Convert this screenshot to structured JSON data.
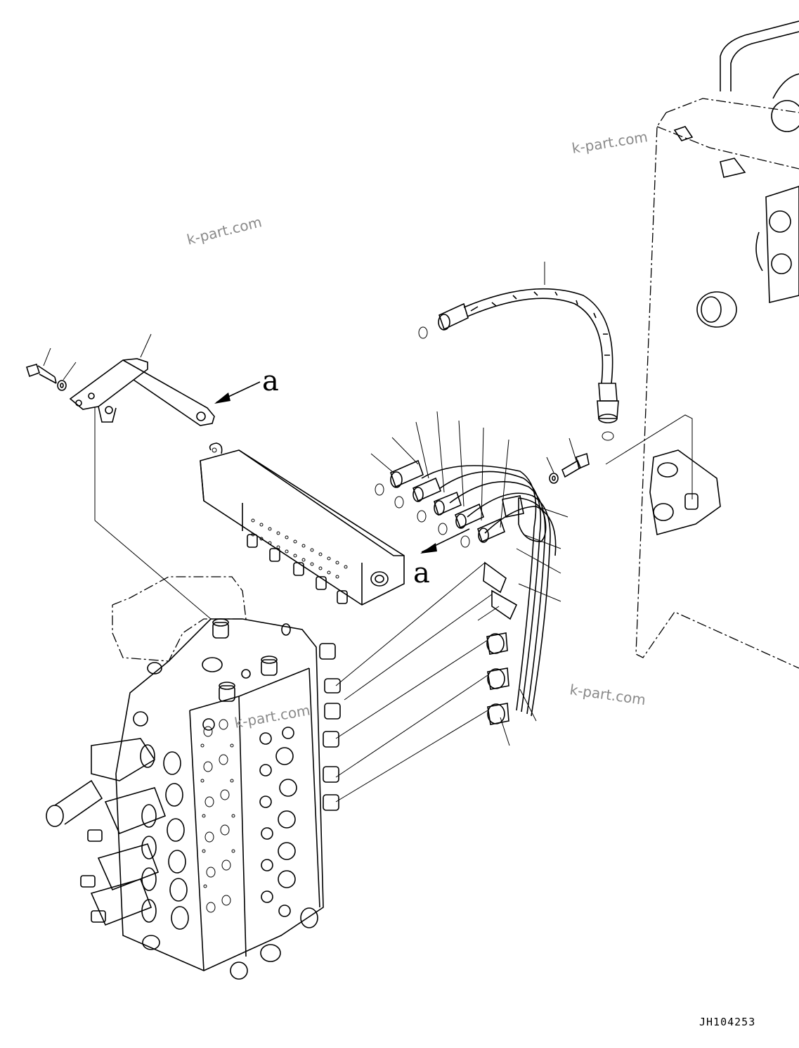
{
  "watermarks": [
    "k-part.com",
    "k-part.com",
    "k-part.com",
    "k-part.com"
  ],
  "view_marks": [
    "a",
    "a"
  ],
  "drawing_id": "JH104253"
}
